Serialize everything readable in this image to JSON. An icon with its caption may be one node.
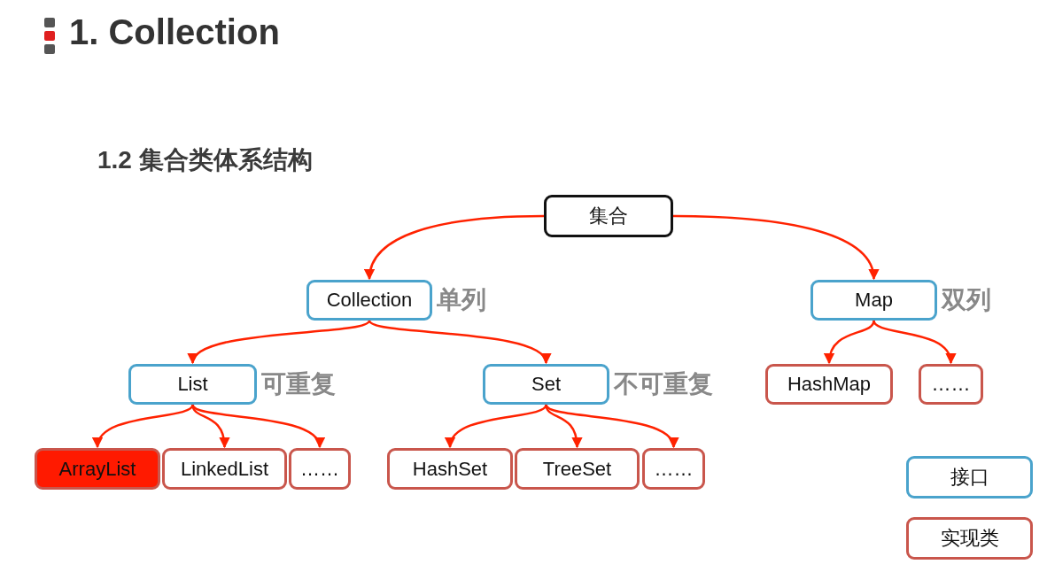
{
  "diagram": {
    "title": "1. Collection",
    "nodes": [
      {
        "text": [
          "集合"
        ]
      },
      {
        "text": [
          "Collection"
        ],
        "beside": [
          "单列"
        ]
      },
      {
        "text": [
          "Map"
        ],
        "beside": [
          "双列"
        ]
      },
      {
        "text": [
          "List"
        ],
        "beside": [
          "可重复"
        ]
      },
      {
        "text": [
          "Set"
        ],
        "beside": [
          "不可重复"
        ]
      },
      {
        "text": [
          "HashMap"
        ]
      },
      {
        "text": [
          "……"
        ]
      },
      {
        "text": [
          "ArrayList"
        ]
      },
      {
        "text": [
          "LinkedList"
        ]
      },
      {
        "text": [
          "……"
        ]
      },
      {
        "text": [
          "HashSet"
        ]
      },
      {
        "text": [
          "TreeSet"
        ]
      },
      {
        "text": [
          "……"
        ]
      },
      {
        "text": [
          "接口"
        ]
      },
      {
        "text": [
          "实现类"
        ]
      }
    ],
    "edges": [
      {
        "from": 0,
        "to": 1,
        "arrow": "to"
      },
      {
        "from": 0,
        "to": 2,
        "arrow": "to"
      },
      {
        "from": 1,
        "to": 3,
        "arrow": "to"
      },
      {
        "from": 1,
        "to": 4,
        "arrow": "to"
      },
      {
        "from": 2,
        "to": 5,
        "arrow": "to"
      },
      {
        "from": 2,
        "to": 6,
        "arrow": "to"
      },
      {
        "from": 3,
        "to": 7,
        "arrow": "to"
      },
      {
        "from": 3,
        "to": 8,
        "arrow": "to"
      },
      {
        "from": 3,
        "to": 9,
        "arrow": "to"
      },
      {
        "from": 4,
        "to": 10,
        "arrow": "to"
      },
      {
        "from": 4,
        "to": 11,
        "arrow": "to"
      },
      {
        "from": 4,
        "to": 12,
        "arrow": "to"
      }
    ],
    "labels": [
      "1.2 集合类体系结构"
    ]
  }
}
